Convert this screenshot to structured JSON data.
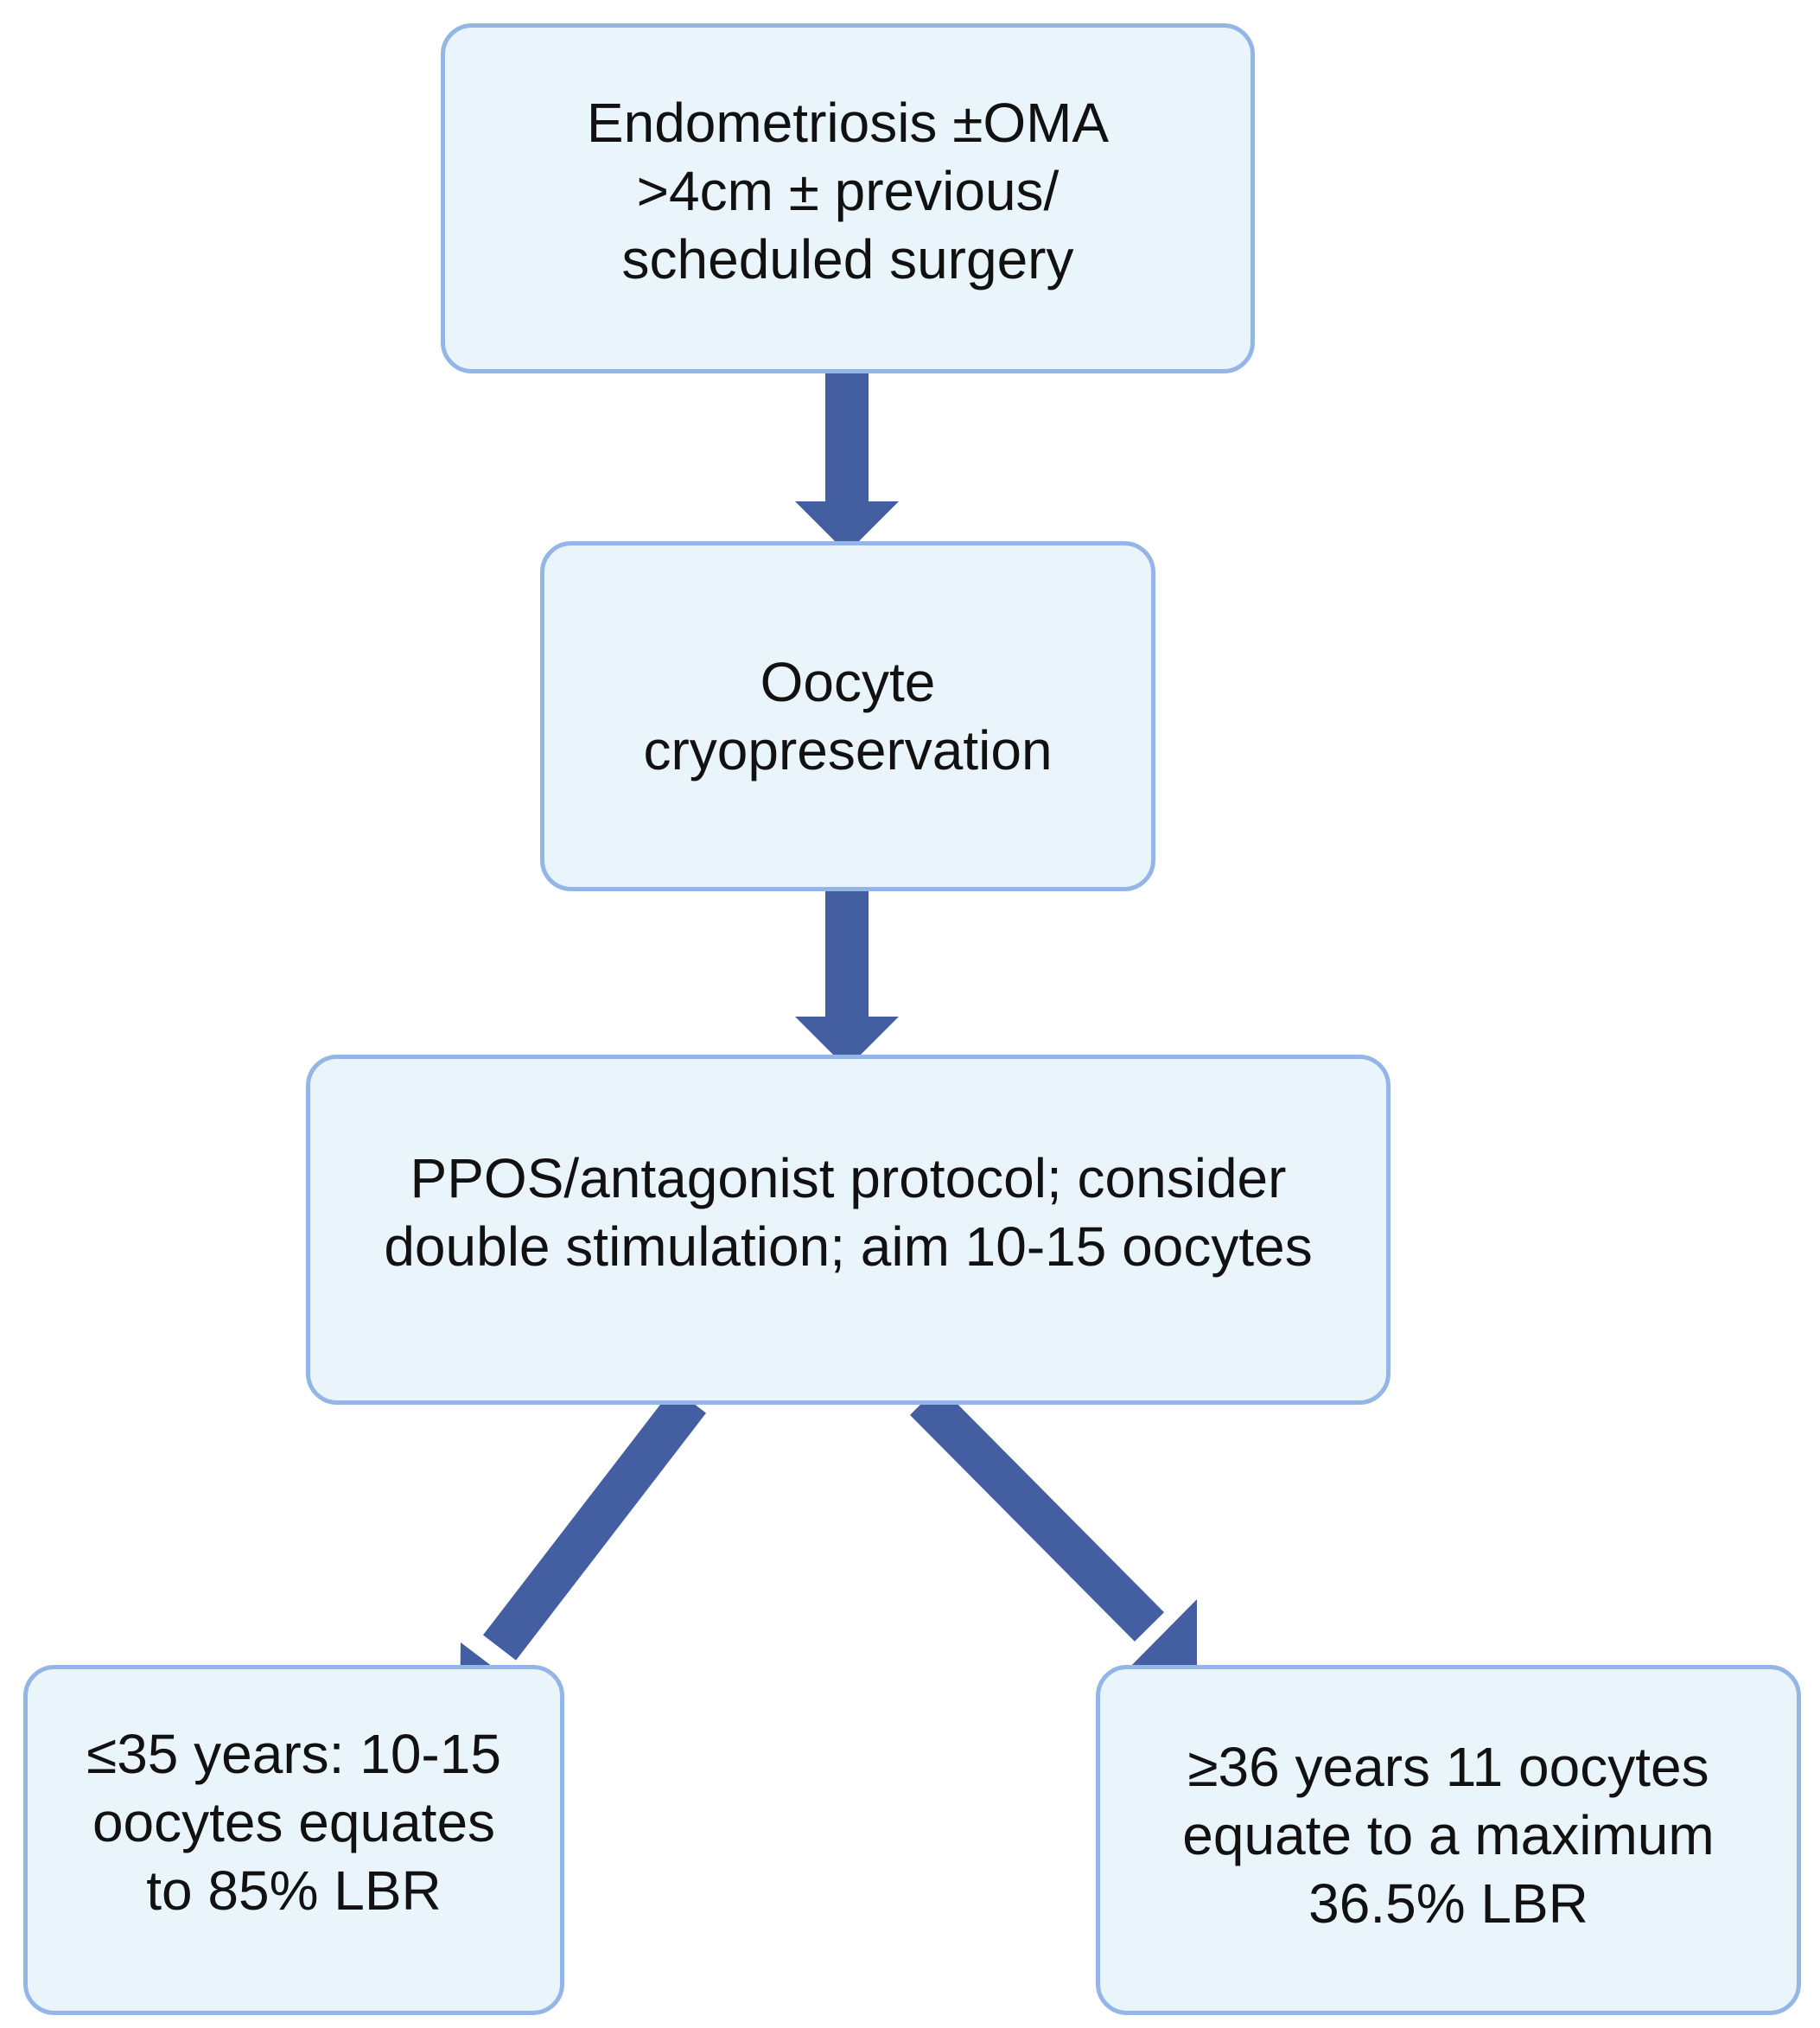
{
  "diagram": {
    "colors": {
      "box_fill": "#e9f4fb",
      "box_border": "#93b6e6",
      "arrow": "#445ea2",
      "text": "#111111"
    },
    "nodes": [
      {
        "id": "endometriosis",
        "text": "Endometriosis ±OMA\n>4cm ± previous/\nscheduled surgery"
      },
      {
        "id": "oocyte-cryopreservation",
        "text": "Oocyte\ncryopreservation"
      },
      {
        "id": "protocol",
        "text": "PPOS/antagonist protocol; consider\ndouble stimulation; aim 10-15 oocytes"
      },
      {
        "id": "age-35-or-under",
        "text": "≤35 years: 10-15\noocytes equates\nto 85% LBR"
      },
      {
        "id": "age-36-or-over",
        "text": "≥36 years 11 oocytes\nequate to a maximum\n36.5% LBR"
      }
    ],
    "edges": [
      {
        "from": "endometriosis",
        "to": "oocyte-cryopreservation"
      },
      {
        "from": "oocyte-cryopreservation",
        "to": "protocol"
      },
      {
        "from": "protocol",
        "to": "age-35-or-under"
      },
      {
        "from": "protocol",
        "to": "age-36-or-over"
      }
    ]
  }
}
